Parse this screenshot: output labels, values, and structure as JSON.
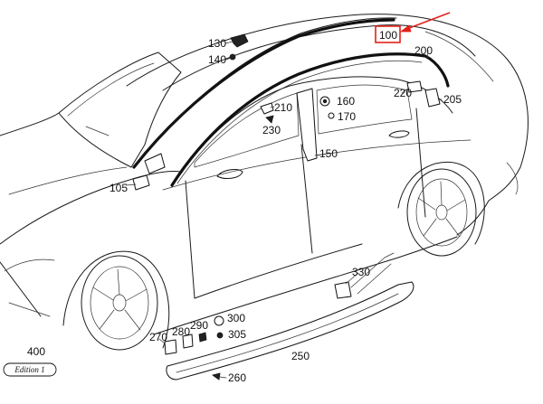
{
  "highlight_color": "#e32119",
  "callouts": {
    "c100": "100",
    "c105": "105",
    "c130": "130",
    "c140": "140",
    "c150": "150",
    "c160": "160",
    "c170": "170",
    "c200": "200",
    "c205": "205",
    "c210": "210",
    "c220": "220",
    "c230": "230",
    "c250": "250",
    "c260": "260",
    "c270": "270",
    "c280": "280",
    "c290": "290",
    "c300": "300",
    "c305": "305",
    "c330": "330",
    "c400": "400"
  },
  "badge": {
    "text": "Edition 1"
  }
}
